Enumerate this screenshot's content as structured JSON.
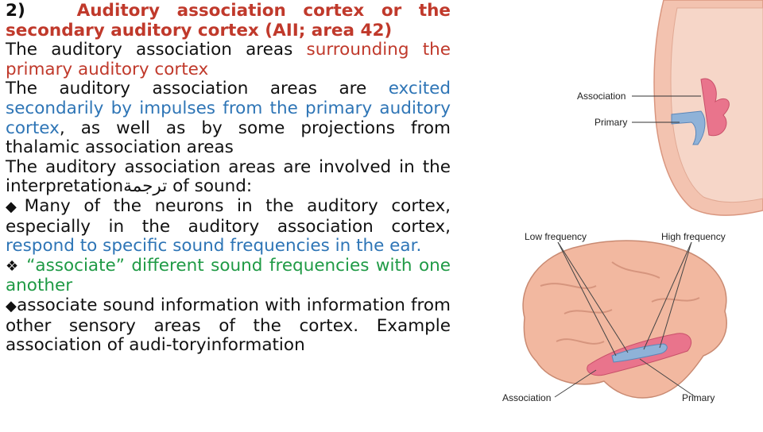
{
  "heading": {
    "number": "2)",
    "title_red": "Auditory association cortex or the",
    "title_rest": "secondary auditory cortex (AII; area 42)"
  },
  "paragraphs": {
    "p1": {
      "black": "The auditory association areas ",
      "red": "surrounding the primary auditory cortex"
    },
    "p2": {
      "black1": "The auditory association areas are ",
      "blue": "excited secondarily by impulses from the primary auditory cortex",
      "black2": ", as well as by some projections from thalamic association areas"
    },
    "p3": {
      "black1": "The auditory association areas are involved in the interpretation",
      "arabic": "ترجمة",
      "black2": " of sound:"
    },
    "p4": {
      "bullet": "◆",
      "black": "Many of the neurons in the auditory cortex, especially in the auditory association cortex, ",
      "blue": "respond to specific sound frequencies in the ear."
    },
    "p5": {
      "bullet": "❖",
      "green": " “associate” different sound frequencies with one another"
    },
    "p6": {
      "bullet": "◆",
      "black": "associate sound information with information from other sensory areas of the cortex. Example association of audi-toryinformation"
    }
  },
  "figure": {
    "top_labels": {
      "association": "Association",
      "primary": "Primary"
    },
    "bottom_labels": {
      "low": "Low frequency",
      "high": "High frequency",
      "association": "Association",
      "primary": "Primary"
    }
  },
  "colors": {
    "red": "#c0392b",
    "blue": "#2e75b6",
    "green": "#1f9a45",
    "brain": "#f2b8a0",
    "association_area": "#e9748c",
    "primary_area": "#8fb2d8"
  }
}
